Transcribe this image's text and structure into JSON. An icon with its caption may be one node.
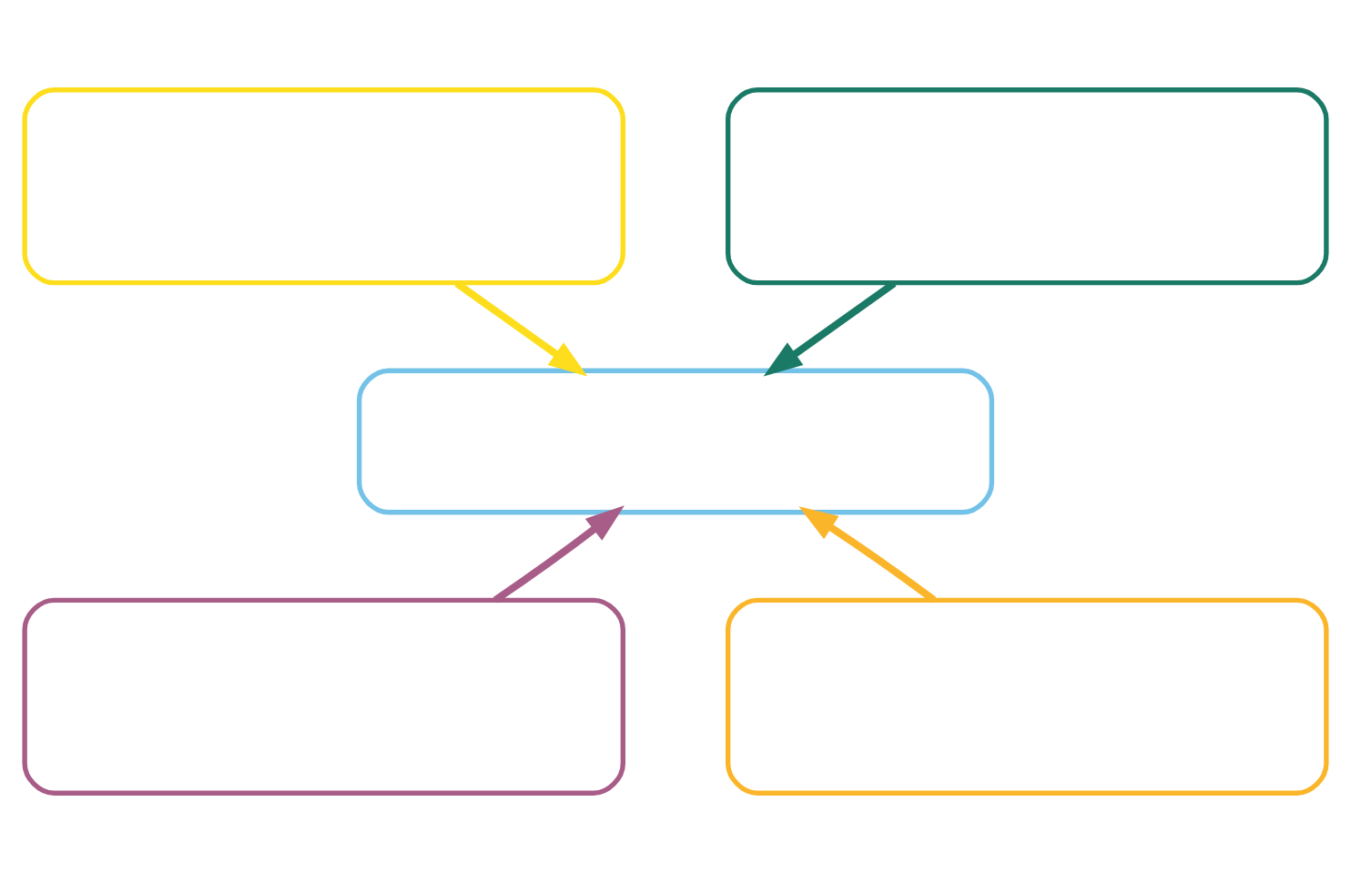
{
  "diagram": {
    "nodes": [
      {
        "text": [],
        "shape": "box"
      },
      {
        "text": [],
        "shape": "box"
      },
      {
        "text": [],
        "shape": "box"
      },
      {
        "text": [],
        "shape": "box"
      },
      {
        "text": [],
        "shape": "box"
      }
    ],
    "edges": [
      {
        "from": 0,
        "to": 2,
        "arrow": "to",
        "color": "#fddd1c"
      },
      {
        "from": 1,
        "to": 2,
        "arrow": "to",
        "color": "#1b7a66"
      },
      {
        "from": 3,
        "to": 2,
        "arrow": "to",
        "color": "#a85d88"
      },
      {
        "from": 4,
        "to": 2,
        "arrow": "to",
        "color": "#fbb52a"
      }
    ]
  }
}
